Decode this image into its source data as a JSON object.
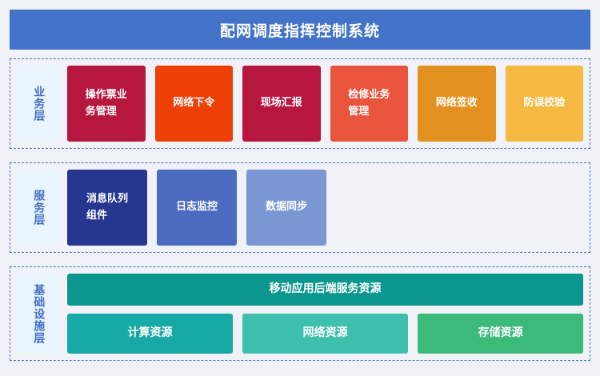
{
  "header": {
    "title": "配网调度指挥控制系统",
    "background": "#4273c8",
    "text_color": "#ffffff"
  },
  "page": {
    "background": "#f0f2f7",
    "panel_border_color": "#4273c8",
    "layer_label_background": "#eaf4fd",
    "layer_label_color": "#3f6fc4"
  },
  "layers": [
    {
      "id": "business",
      "label": "业务层",
      "cards": [
        {
          "label": "操作票业\n务管理",
          "color": "#b5173f",
          "align": "left"
        },
        {
          "label": "网络下令",
          "color": "#ec4007",
          "align": "center"
        },
        {
          "label": "现场汇报",
          "color": "#b5173f",
          "align": "center"
        },
        {
          "label": "检修业务\n管理",
          "color": "#e8543c",
          "align": "left"
        },
        {
          "label": "网络签收",
          "color": "#e2911f",
          "align": "center"
        },
        {
          "label": "防误校验",
          "color": "#f5b942",
          "align": "center"
        }
      ]
    },
    {
      "id": "service",
      "label": "服务层",
      "cards": [
        {
          "label": "消息队列\n组件",
          "color": "#27368f",
          "align": "left"
        },
        {
          "label": "日志监控",
          "color": "#4a6bc0",
          "align": "center"
        },
        {
          "label": "数据同步",
          "color": "#7b97d3",
          "align": "center"
        }
      ]
    },
    {
      "id": "infra",
      "label": "基础设施层",
      "wide_card": {
        "label": "移动应用后端服务资源",
        "color": "#0b968f"
      },
      "cards": [
        {
          "label": "计算资源",
          "color": "#17a9a5"
        },
        {
          "label": "网络资源",
          "color": "#3fbfae"
        },
        {
          "label": "存储资源",
          "color": "#3cba79"
        }
      ]
    }
  ]
}
